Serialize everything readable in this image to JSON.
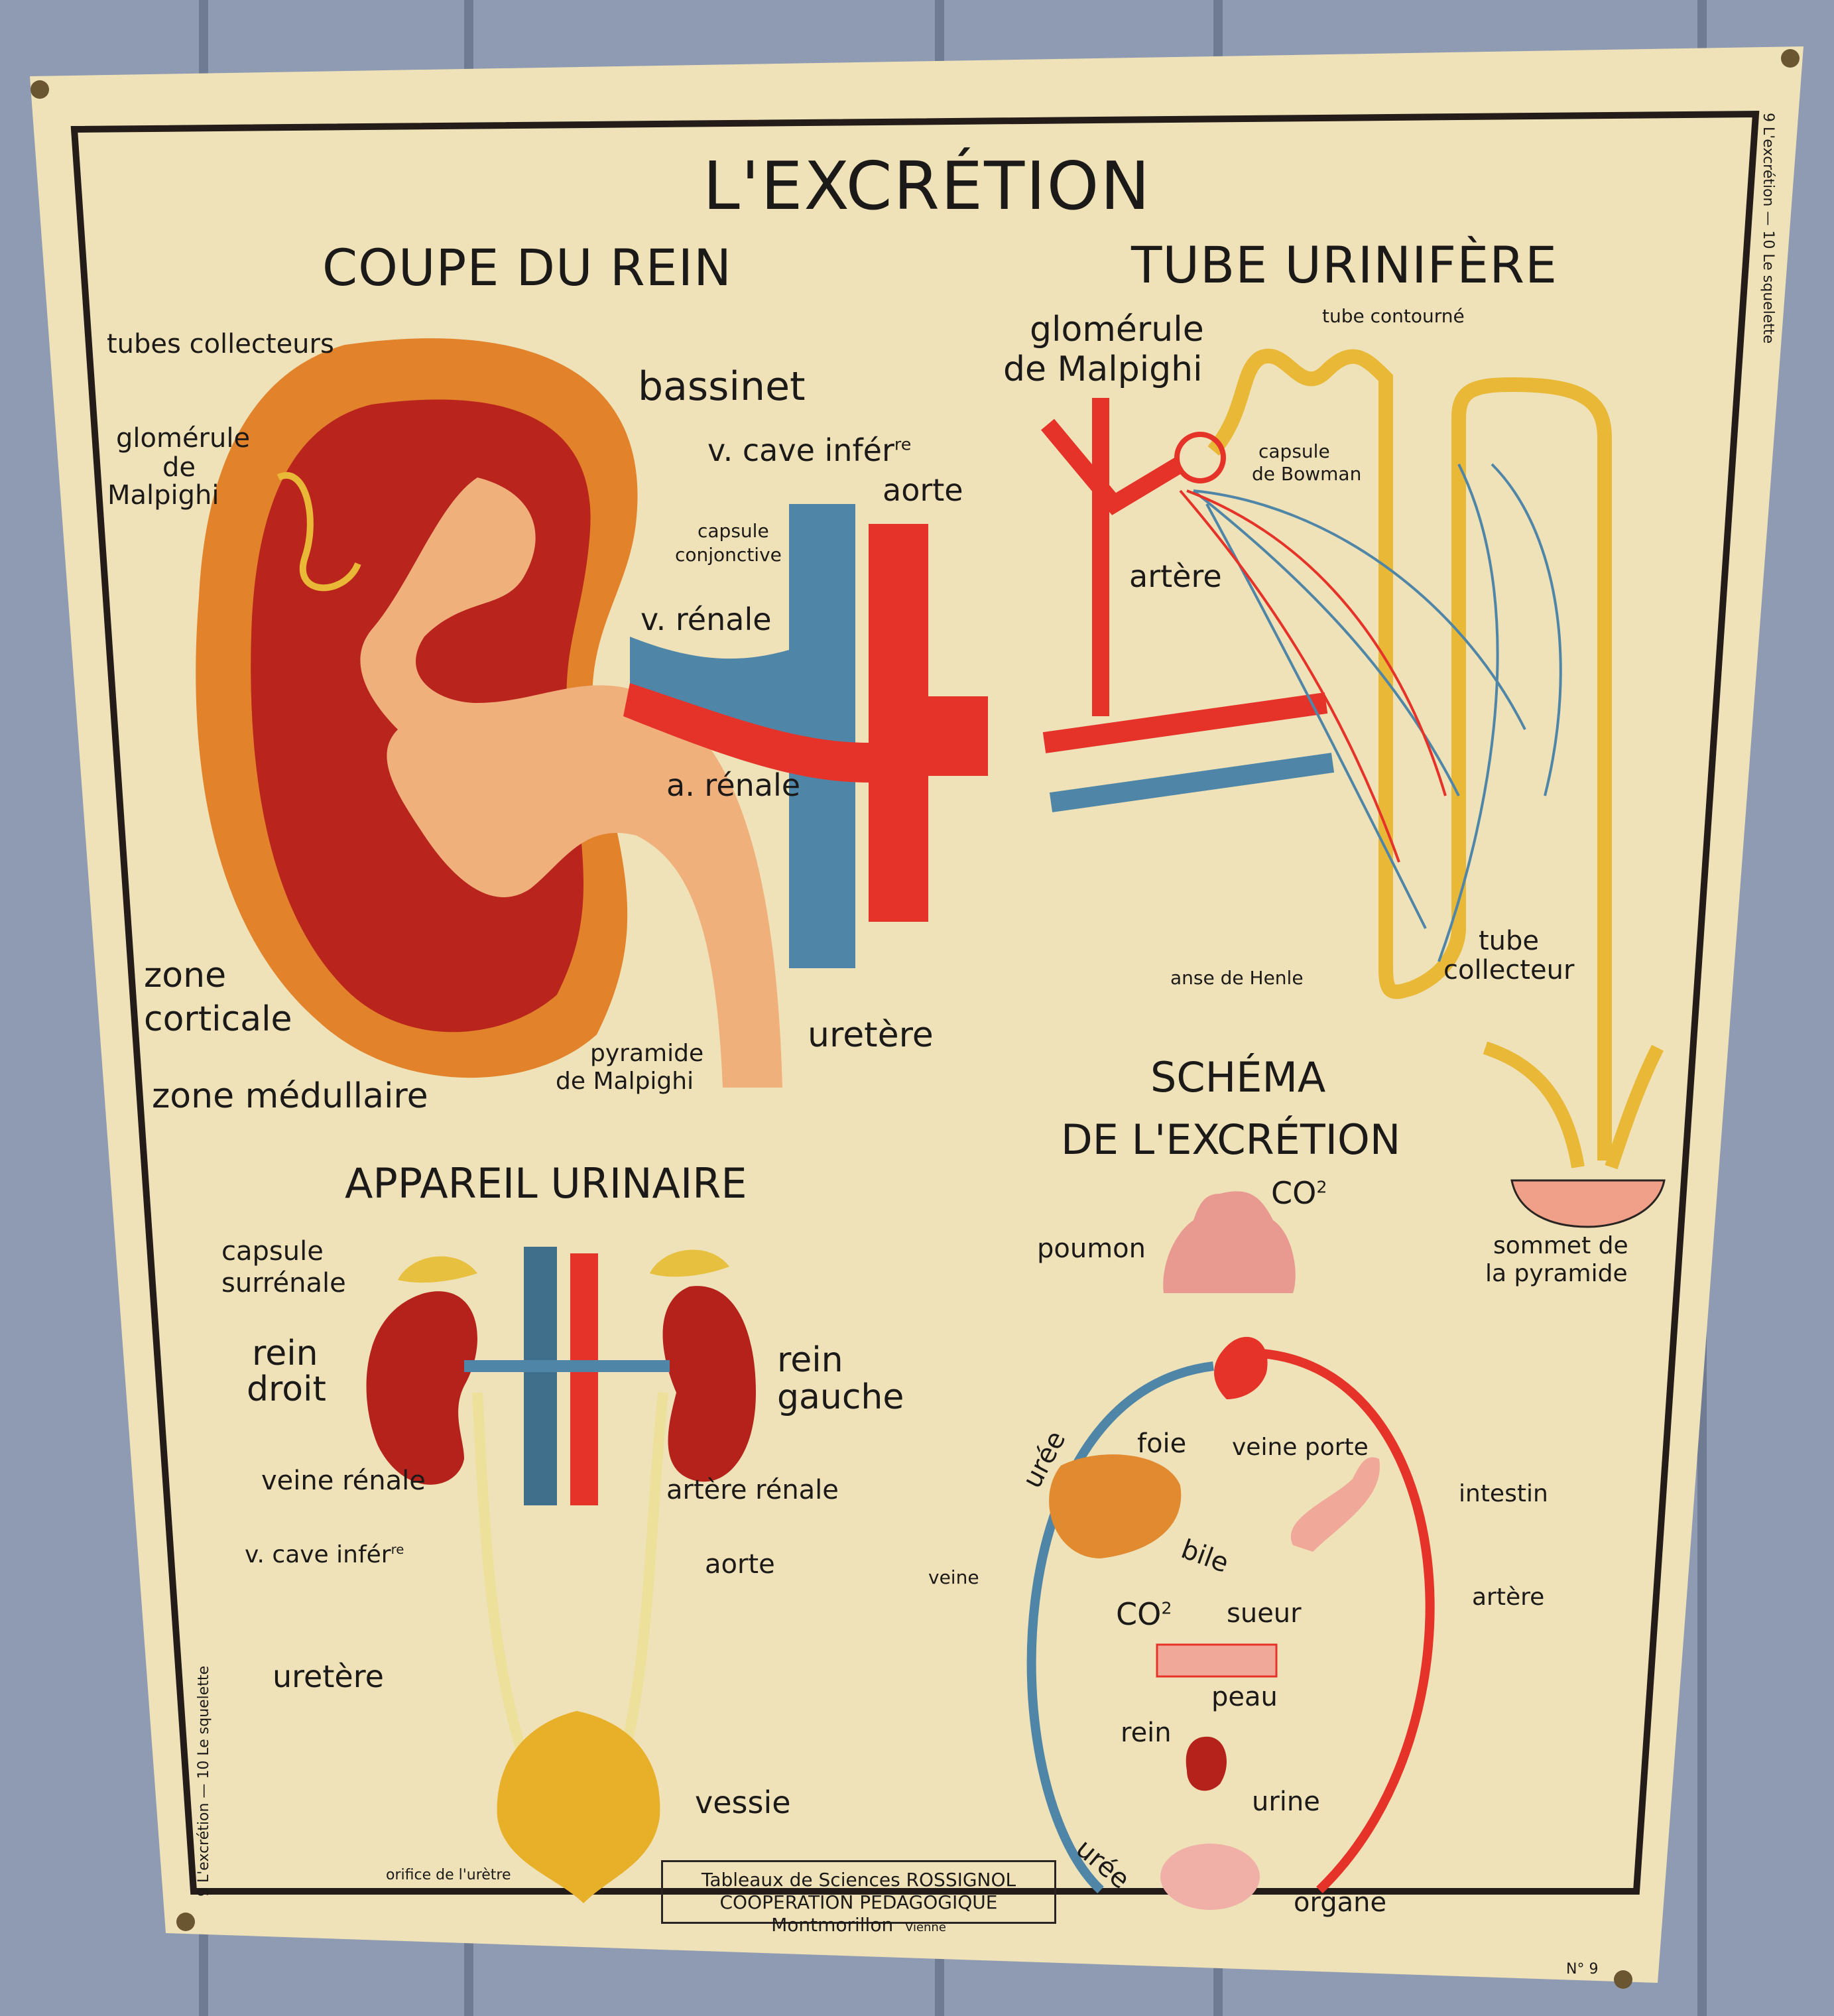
{
  "poster": {
    "title": "L'EXCRÉTION",
    "side_caption": "9  L'excrétion  —  10  Le squelette",
    "number": "N° 9",
    "colors": {
      "paper": "#efe2b8",
      "artery": "#e5332a",
      "vein": "#4f86a8",
      "kidney": "#b5221c",
      "cortex": "#e2832c",
      "tube": "#e8b836",
      "wall": "#8f9bb2"
    }
  },
  "coupe_du_rein": {
    "heading": "COUPE DU REIN",
    "labels": {
      "tubes_collecteurs": "tubes collecteurs",
      "glomerule_1": "glomérule",
      "glomerule_2": "de",
      "glomerule_3": "Malpighi",
      "bassinet": "bassinet",
      "v_cave": "v. cave infér",
      "v_cave_sup": "re",
      "aorte": "aorte",
      "capsule_1": "capsule",
      "capsule_2": "conjonctive",
      "v_renale": "v. rénale",
      "a_renale": "a. rénale",
      "zone_1": "zone",
      "zone_2": "corticale",
      "zone_medullaire": "zone médullaire",
      "pyramide_1": "pyramide",
      "pyramide_2": "de Malpighi",
      "uretere": "uretère"
    }
  },
  "tube_urinifere": {
    "heading": "TUBE URINIFÈRE",
    "labels": {
      "glomerule_1": "glomérule",
      "glomerule_2": "de Malpighi",
      "tube_contourne": "tube contourné",
      "capsule_1": "capsule",
      "capsule_2": "de Bowman",
      "artere": "artère",
      "anse": "anse de Henle",
      "tube_1": "tube",
      "tube_2": "collecteur",
      "sommet_1": "sommet de",
      "sommet_2": "la pyramide"
    }
  },
  "appareil_urinaire": {
    "heading": "APPAREIL URINAIRE",
    "labels": {
      "capsule_1": "capsule",
      "capsule_2": "surrénale",
      "rein_droit_1": "rein",
      "rein_droit_2": "droit",
      "rein_gauche_1": "rein",
      "rein_gauche_2": "gauche",
      "veine_renale": "veine rénale",
      "artere_renale": "artère rénale",
      "v_cave": "v. cave infér",
      "v_cave_sup": "re",
      "aorte": "aorte",
      "uretere": "uretère",
      "vessie": "vessie",
      "orifice": "orifice de l'urètre"
    }
  },
  "schema_excretion": {
    "heading_1": "SCHÉMA",
    "heading_2": "DE L'EXCRÉTION",
    "labels": {
      "co2_top": "CO",
      "co2_top_sub": "2",
      "poumon": "poumon",
      "uree_1": "urée",
      "foie": "foie",
      "veine_porte": "veine porte",
      "intestin": "intestin",
      "bile": "bile",
      "veine": "veine",
      "artere": "artère",
      "co2_mid": "CO",
      "co2_mid_sub": "2",
      "sueur": "sueur",
      "peau": "peau",
      "rein": "rein",
      "urine": "urine",
      "uree_2": "urée",
      "organe": "organe"
    }
  },
  "footer": {
    "line1": "Tableaux de Sciences ROSSIGNOL",
    "line2": "COOPÉRATION PÉDAGOGIQUE  Montmorillon",
    "line2_small": "Vienne"
  }
}
